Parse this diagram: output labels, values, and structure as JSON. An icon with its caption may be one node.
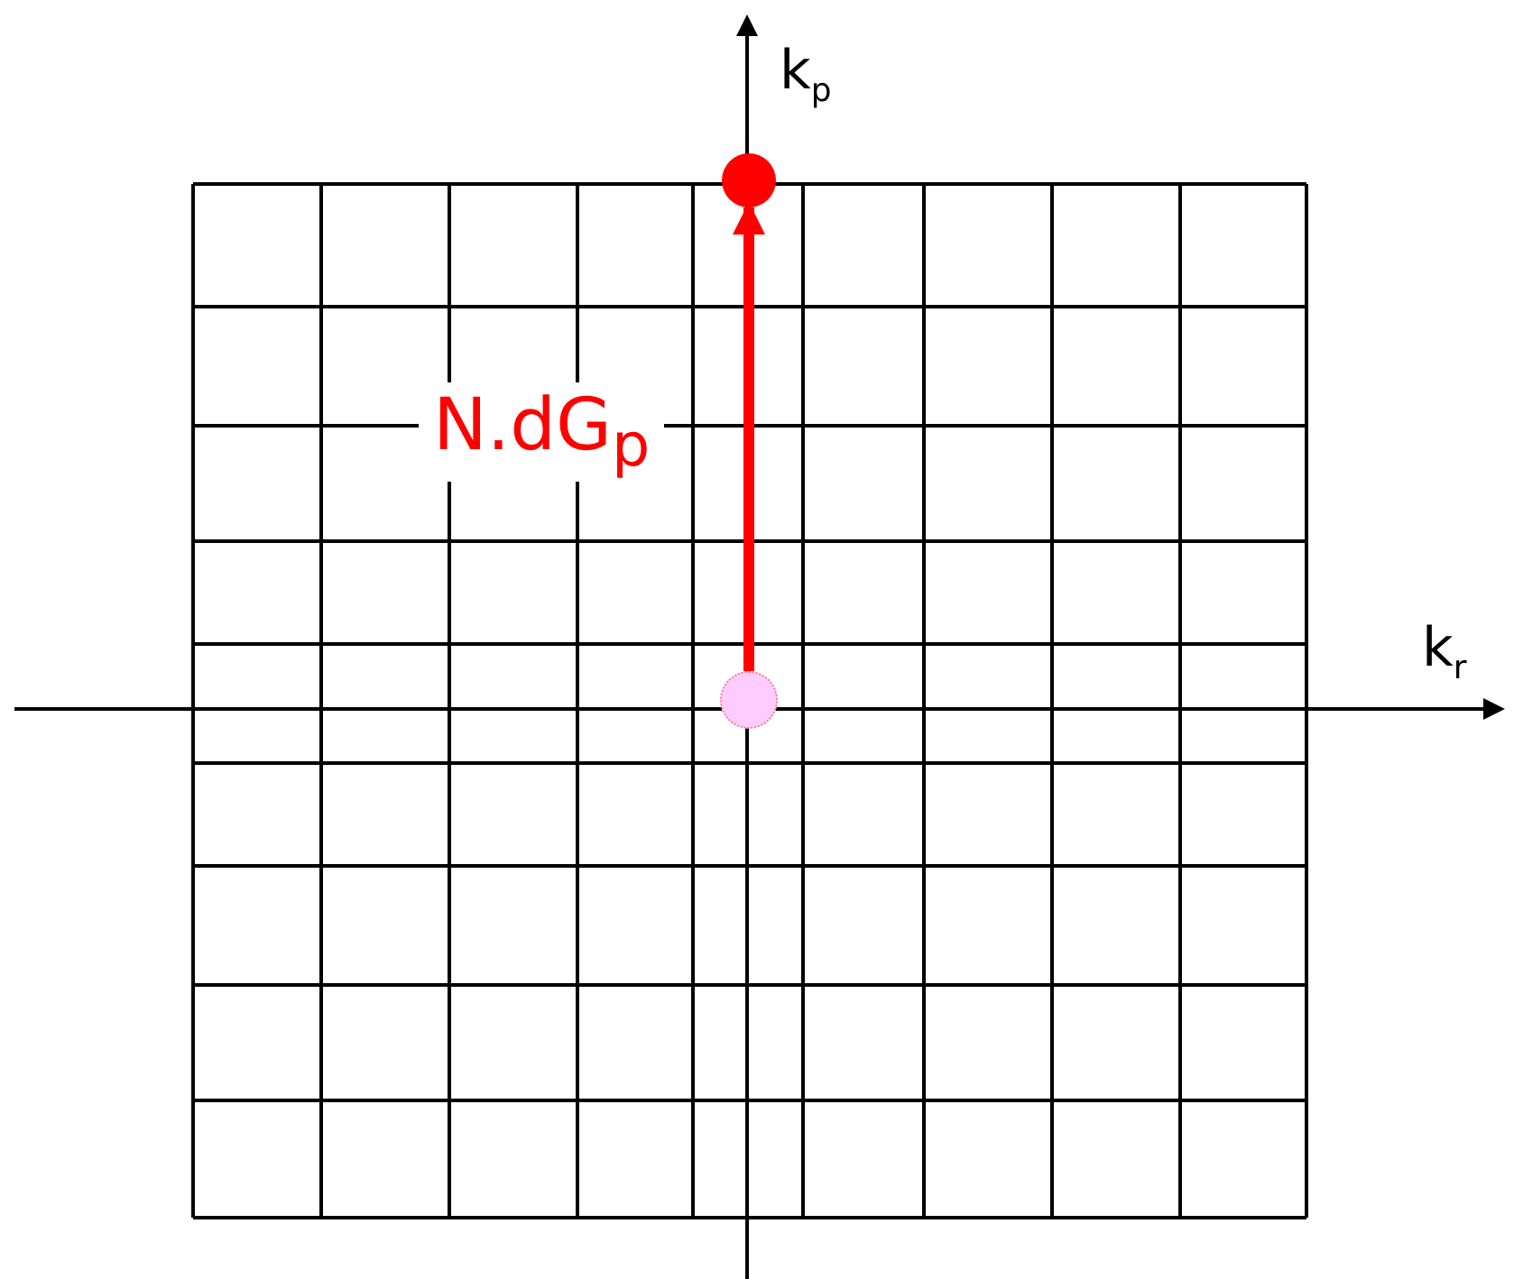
{
  "diagram": {
    "nodes": [
      {
        "text": [],
        "shape": "circle"
      },
      {
        "text": [],
        "shape": "circle"
      }
    ],
    "edges": [
      {
        "from": 1,
        "to": 0,
        "arrow": "to",
        "label": "N.dG$_{p}$",
        "color": "#ff0000"
      }
    ],
    "labels": [
      "k$_{p}$",
      "k$_{r}$"
    ]
  }
}
